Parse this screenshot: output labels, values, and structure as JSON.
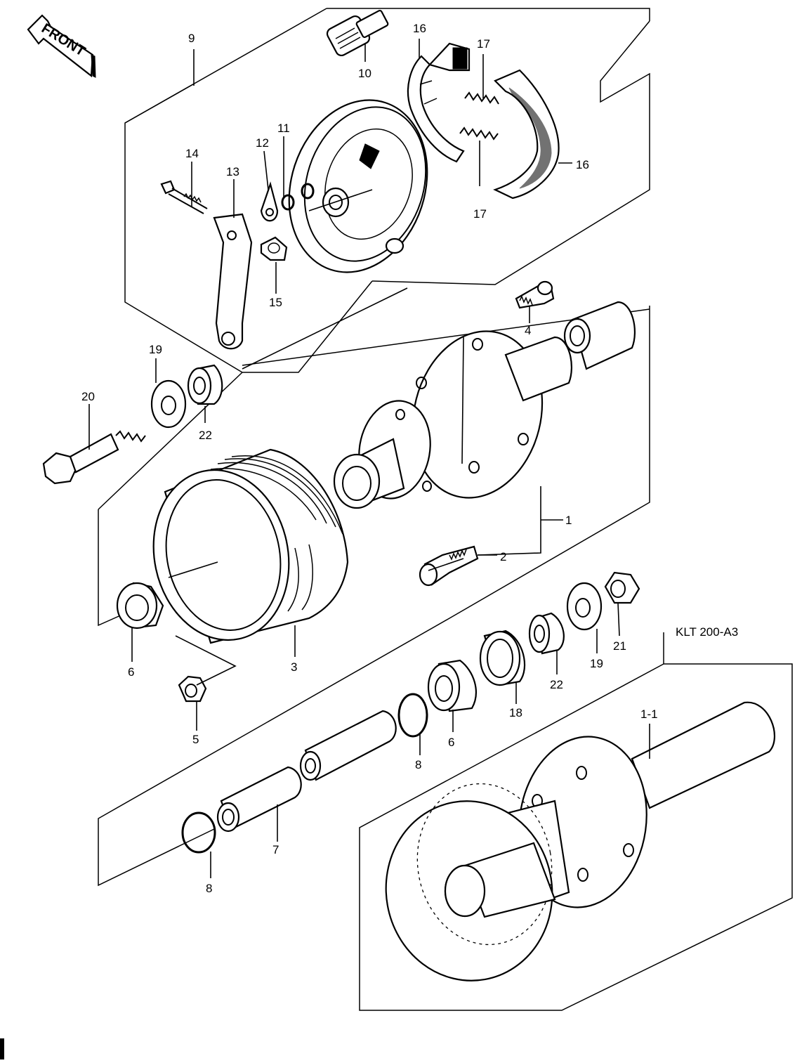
{
  "front_sign": {
    "text": "FRONT"
  },
  "variant_label": "KLT 200-A3",
  "callouts": {
    "c1": "1",
    "c1_1": "1-1",
    "c2": "2",
    "c3": "3",
    "c4": "4",
    "c5": "5",
    "c6a": "6",
    "c6b": "6",
    "c7": "7",
    "c8a": "8",
    "c8b": "8",
    "c9": "9",
    "c10": "10",
    "c11": "11",
    "c12": "12",
    "c13": "13",
    "c14": "14",
    "c15": "15",
    "c16a": "16",
    "c16b": "16",
    "c17a": "17",
    "c17b": "17",
    "c18": "18",
    "c19a": "19",
    "c19b": "19",
    "c20": "20",
    "c21": "21",
    "c22a": "22",
    "c22b": "22"
  }
}
